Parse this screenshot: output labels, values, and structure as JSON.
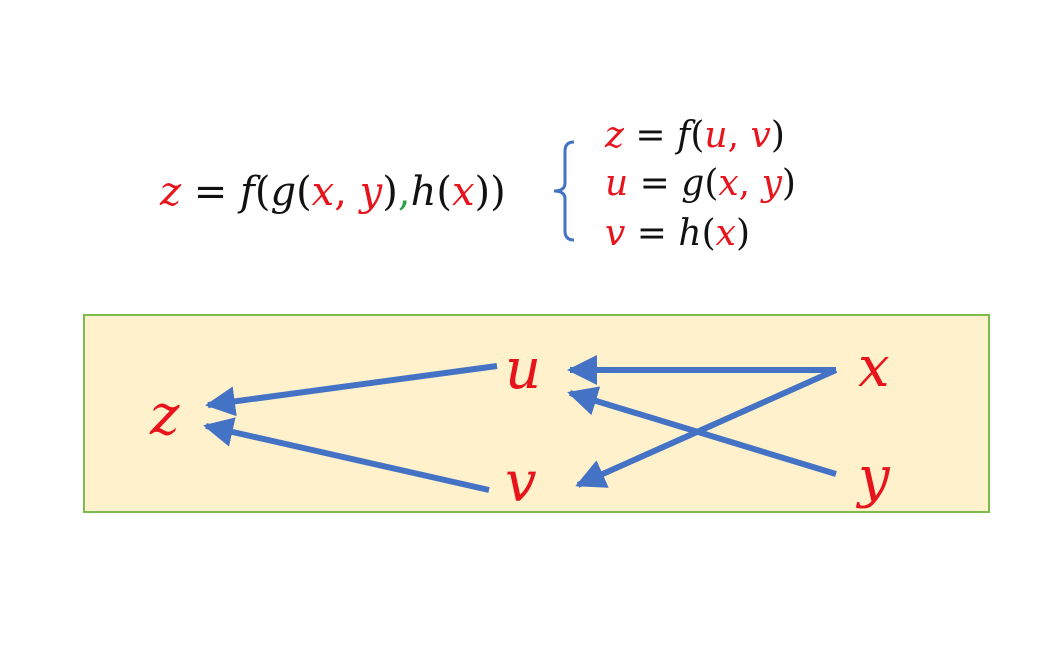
{
  "main_equation": {
    "z": "z",
    "eq": "=",
    "f": "f",
    "lp1": "(",
    "g": "g",
    "lp2": "(",
    "x": "x",
    "comma1": ",",
    "y": "y",
    "rp1": ")",
    "comma2": ",",
    "h": "h",
    "lp3": "(",
    "x2": "x",
    "rp2": "))"
  },
  "system": {
    "line1": {
      "lhs": "z",
      "eq": "=",
      "fn": "f",
      "lp": "(",
      "a": "u",
      "sep": ",",
      "b": "v",
      "rp": ")"
    },
    "line2": {
      "lhs": "u",
      "eq": "=",
      "fn": "g",
      "lp": "(",
      "a": "x",
      "sep": ",",
      "b": "y",
      "rp": ")"
    },
    "line3": {
      "lhs": "v",
      "eq": "=",
      "fn": "h",
      "lp": "(",
      "a": "x",
      "rp": ")"
    }
  },
  "diagram": {
    "nodes": {
      "z": "z",
      "u": "u",
      "v": "v",
      "x": "x",
      "y": "y"
    },
    "edges": [
      {
        "from": "u",
        "to": "z"
      },
      {
        "from": "v",
        "to": "z"
      },
      {
        "from": "x",
        "to": "u"
      },
      {
        "from": "x",
        "to": "v"
      },
      {
        "from": "y",
        "to": "u"
      }
    ],
    "colors": {
      "arrow": "#4472c4",
      "variable": "#e8141c",
      "panel_fill": "#fff1cc",
      "panel_border": "#7dbb50"
    }
  }
}
